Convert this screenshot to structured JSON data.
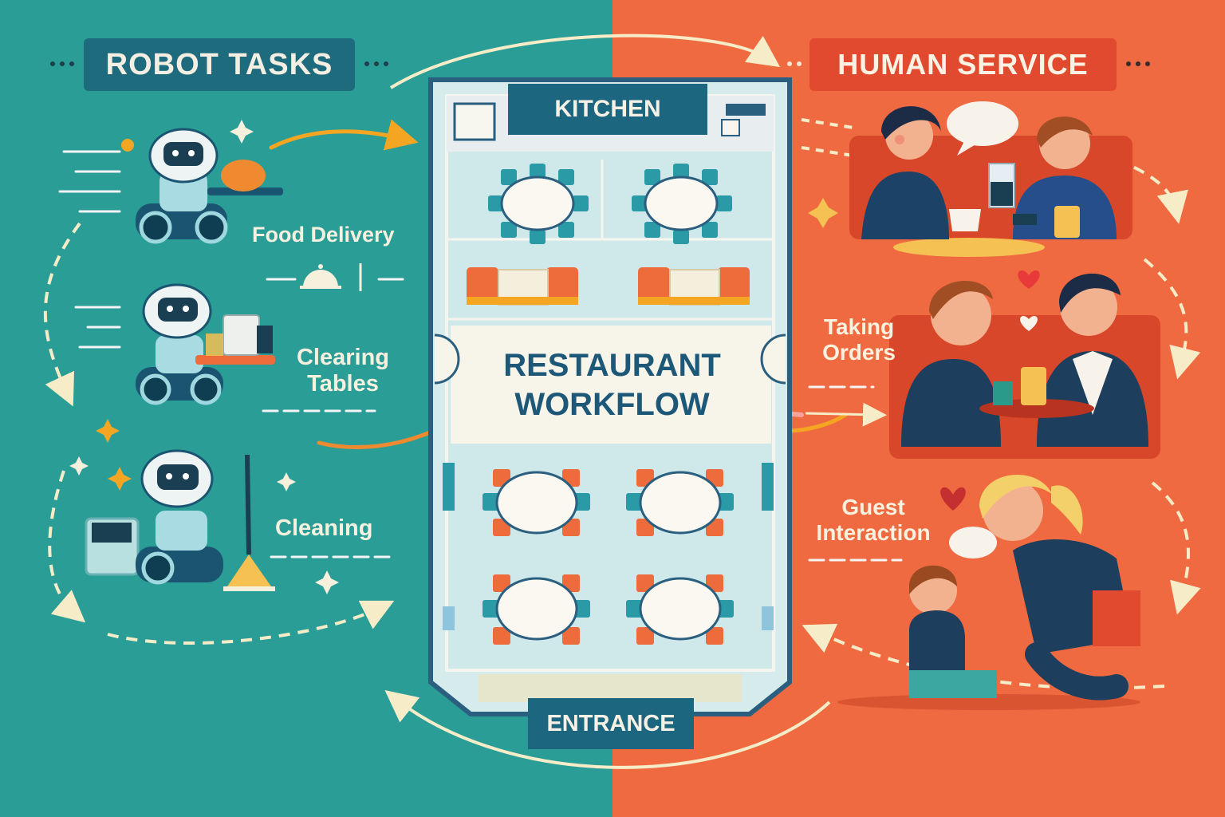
{
  "robot_section": {
    "title": "ROBOT TASKS",
    "tasks": [
      {
        "label": "Food Delivery"
      },
      {
        "label": "Clearing Tables"
      },
      {
        "label": "Cleaning"
      }
    ]
  },
  "floor_plan": {
    "kitchen_label": "KITCHEN",
    "center_title_line1": "RESTAURANT",
    "center_title_line2": "WORKFLOW",
    "entrance_label": "ENTRANCE"
  },
  "human_section": {
    "title": "HUMAN SERVICE",
    "services": [
      {
        "label_line1": "Taking",
        "label_line2": "Orders"
      },
      {
        "label_line1": "Guest",
        "label_line2": "Interaction"
      }
    ]
  },
  "colors": {
    "robot_bg": "#2a9d97",
    "human_bg": "#ef6a40",
    "navy": "#1d6680",
    "cream": "#f6f1e4",
    "arrow_orange": "#f4a623"
  }
}
